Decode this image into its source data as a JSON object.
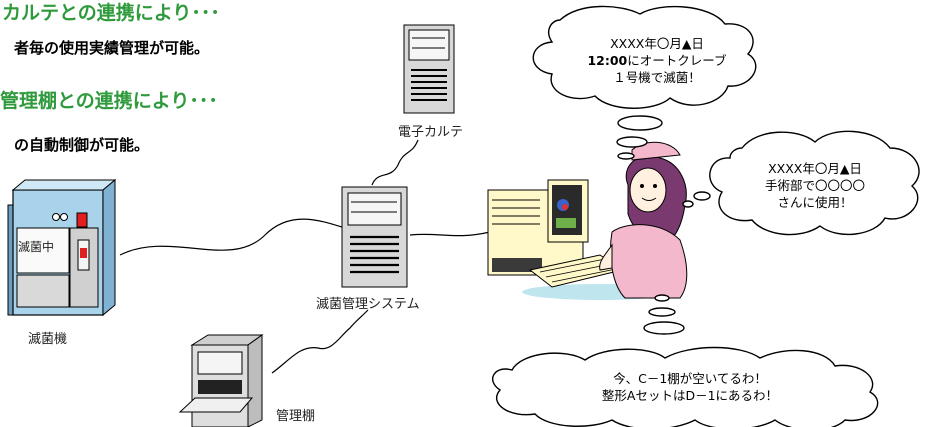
{
  "headings": {
    "h1": "カルテとの連携により･･･",
    "h1_desc": "者毎の使用実績管理が可能。",
    "h2": "管理棚との連携により･･･",
    "h2_desc": "の自動制御が可能。"
  },
  "labels": {
    "ehr": "電子カルテ",
    "sterilizer": "滅菌機",
    "sterilizer_display": "滅菌中",
    "sterilizer_indicator": "OO",
    "system": "滅菌管理システム",
    "shelf": "管理棚"
  },
  "clouds": {
    "cloud1": {
      "line1": "XXXX年〇月▲日",
      "line2_bold": "12:00",
      "line2_rest": "にオートクレーブ",
      "line3": "１号機で滅菌！"
    },
    "cloud2": {
      "line1": "XXXX年〇月▲日",
      "line2": "手術部で〇〇〇〇",
      "line3": "さんに使用！"
    },
    "cloud3": {
      "line1": "今、C－1棚が空いてるわ！",
      "line2": "整形AセットはD－1にあるわ！"
    }
  },
  "colors": {
    "heading": "#2e9a3c",
    "sterilizer_body": "#a9d3ea",
    "monitor_body": "#fff8c8",
    "operator_dress": "#f4b8cc"
  }
}
